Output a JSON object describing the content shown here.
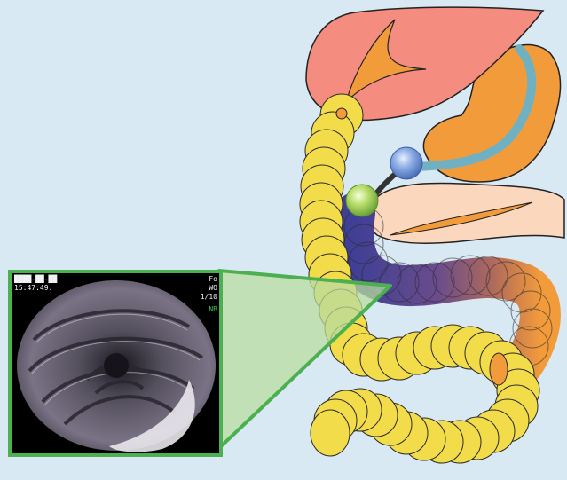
{
  "figure": {
    "background_color": "#d9e9f3",
    "organs": [
      {
        "name": "liver",
        "color": "#f48c7f"
      },
      {
        "name": "stomach",
        "color": "#f29b3b"
      },
      {
        "name": "pancreas",
        "color": "#fbd7bd"
      },
      {
        "name": "small-intestine",
        "color": "#f2dc4a"
      }
    ],
    "scope_tube_color": "#6fb1c2",
    "balloons": [
      {
        "name": "proximal-balloon",
        "color": "#6e96d6"
      },
      {
        "name": "distal-balloon",
        "color": "#9ccd4d"
      }
    ],
    "highlight_color": "#4caf50",
    "endoscopic_view": {
      "osd": {
        "id_line": "████-██-██",
        "time": "15:47:49.",
        "right_1": "Fo",
        "right_2": "WO",
        "right_3": "1/10",
        "right_4": "NB"
      }
    }
  }
}
